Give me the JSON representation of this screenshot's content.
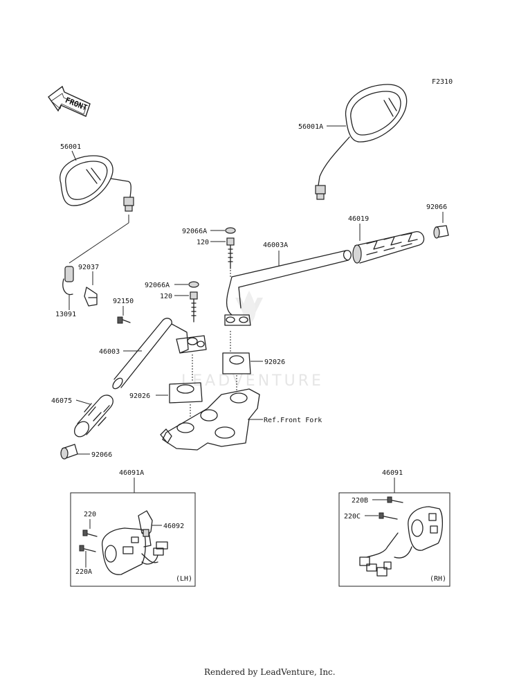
{
  "figure_code": "F2310",
  "front_arrow_label": "FRONT",
  "watermark": "LEADVENTURE",
  "footer": "Rendered by LeadVenture, Inc.",
  "labels": {
    "p56001": "56001",
    "p56001A": "56001A",
    "p92037": "92037",
    "p13091": "13091",
    "p92150": "92150",
    "p92066A_top": "92066A",
    "p120_top": "120",
    "p46003A": "46003A",
    "p46019": "46019",
    "p92066_right": "92066",
    "p92066A_mid": "92066A",
    "p120_mid": "120",
    "p46003": "46003",
    "p92026_right": "92026",
    "p92026_left": "92026",
    "p46075": "46075",
    "ref_front_fork": "Ref.Front Fork",
    "p92066_left": "92066",
    "p46091A": "46091A",
    "p46091": "46091",
    "p220": "220",
    "p46092": "46092",
    "p220A": "220A",
    "lh": "(LH)",
    "p220B": "220B",
    "p220C": "220C",
    "rh": "(RH)"
  }
}
